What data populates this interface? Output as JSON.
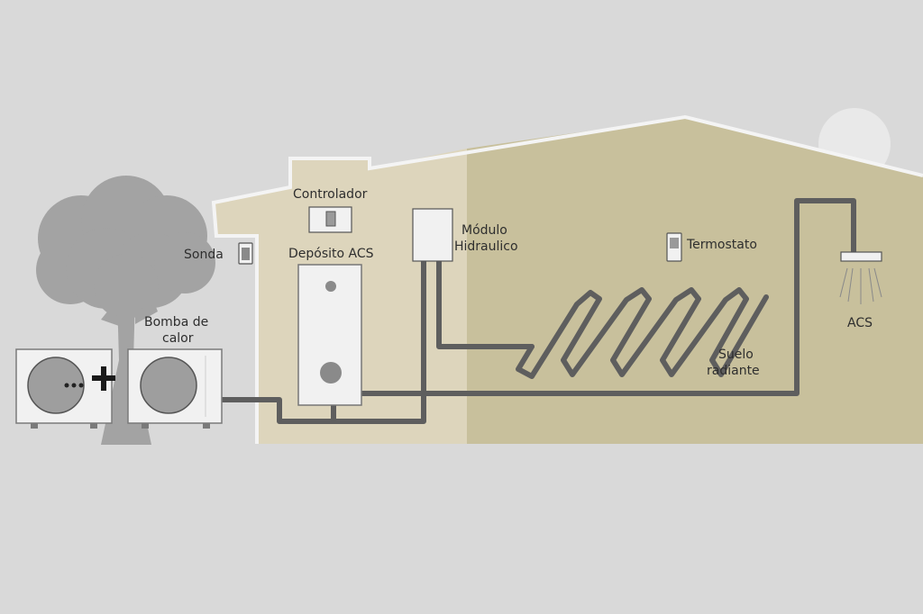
{
  "labels": {
    "controlador": "Controlador",
    "deposito": "Depósito ACS",
    "modulo_1": "Módulo",
    "modulo_2": "Hidraulico",
    "sonda": "Sonda",
    "termostato": "Termostato",
    "bomba_1": "Bomba de",
    "bomba_2": "calor",
    "suelo_1": "Suelo",
    "suelo_2": "radiante",
    "acs": "ACS"
  },
  "colors": {
    "background": "#d9d9d9",
    "house_light": "#ddd5bc",
    "house_dark": "#c8c09c",
    "pipe": "#5e5e5e",
    "tree": "#a3a3a3",
    "sun": "#e9e9e9",
    "device": "#f1f1f1"
  }
}
